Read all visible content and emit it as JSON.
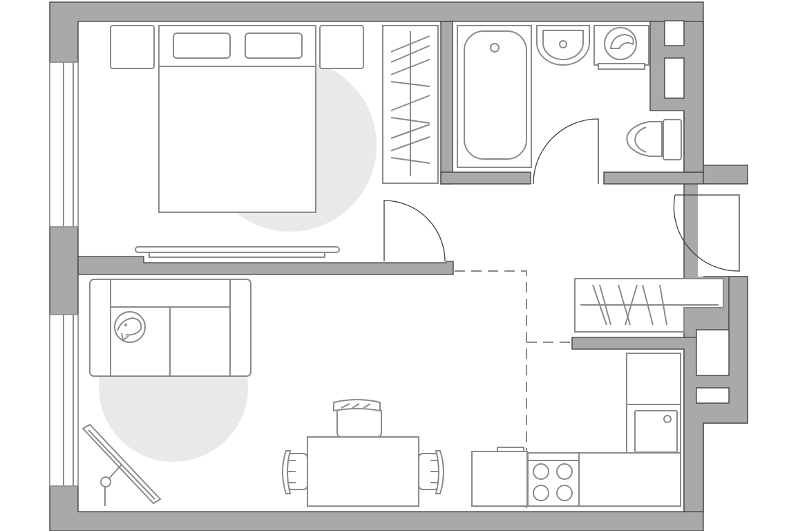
{
  "plan": {
    "type": "apartment-floor-plan",
    "rooms": [
      "bedroom",
      "bathroom",
      "hallway",
      "living-kitchen"
    ],
    "colors": {
      "wall": "#a9a9a9",
      "outline": "#3a3a3a",
      "furniture": "#8a8a8a",
      "rug": "#e9e9e9",
      "background": "#ffffff"
    },
    "furniture": [
      "double-bed",
      "nightstand",
      "nightstand",
      "wardrobe",
      "shelf",
      "bathtub",
      "sink",
      "washing-machine",
      "toilet",
      "hallway-wardrobe",
      "sofa",
      "cat",
      "easel",
      "dining-table",
      "chair",
      "fridge",
      "stove",
      "kitchen-sink",
      "kitchen-counter"
    ]
  }
}
